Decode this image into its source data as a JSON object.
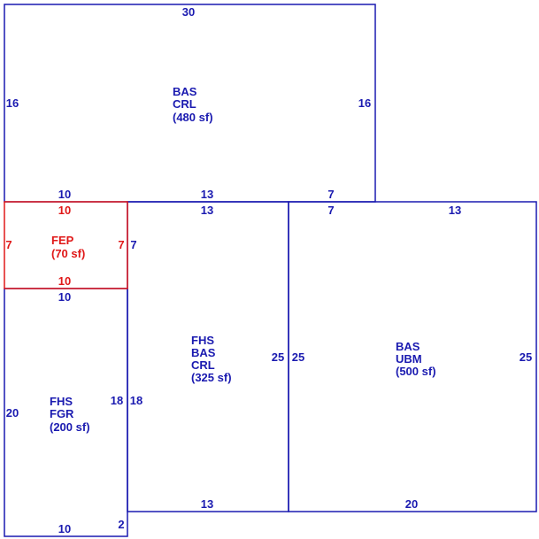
{
  "colors": {
    "primary": "#1a1ab0",
    "accent": "#e01818"
  },
  "areas": {
    "bas_crl": {
      "line1": "BAS",
      "line2": "CRL",
      "area": "(480 sf)",
      "dims": {
        "top": "30",
        "left": "16",
        "right": "16",
        "bottom_left": "10",
        "bottom_mid": "13",
        "bottom_right": "7"
      }
    },
    "fep": {
      "line1": "FEP",
      "area": "(70 sf)",
      "dims": {
        "top": "10",
        "left": "7",
        "right": "7",
        "bottom": "10"
      }
    },
    "fhs_bas_crl": {
      "line1": "FHS",
      "line2": "BAS",
      "line3": "CRL",
      "area": "(325 sf)",
      "dims": {
        "top": "13",
        "left": "7",
        "left_lower": "18",
        "right": "25",
        "bottom": "13"
      }
    },
    "bas_ubm": {
      "line1": "BAS",
      "line2": "UBM",
      "area": "(500 sf)",
      "dims": {
        "top_left": "7",
        "top_right": "13",
        "left": "25",
        "right": "25",
        "bottom": "20"
      }
    },
    "fhs_fgr": {
      "line1": "FHS",
      "line2": "FGR",
      "area": "(200 sf)",
      "dims": {
        "top": "10",
        "left": "20",
        "right": "18",
        "bottom": "10",
        "corner": "2"
      }
    }
  }
}
